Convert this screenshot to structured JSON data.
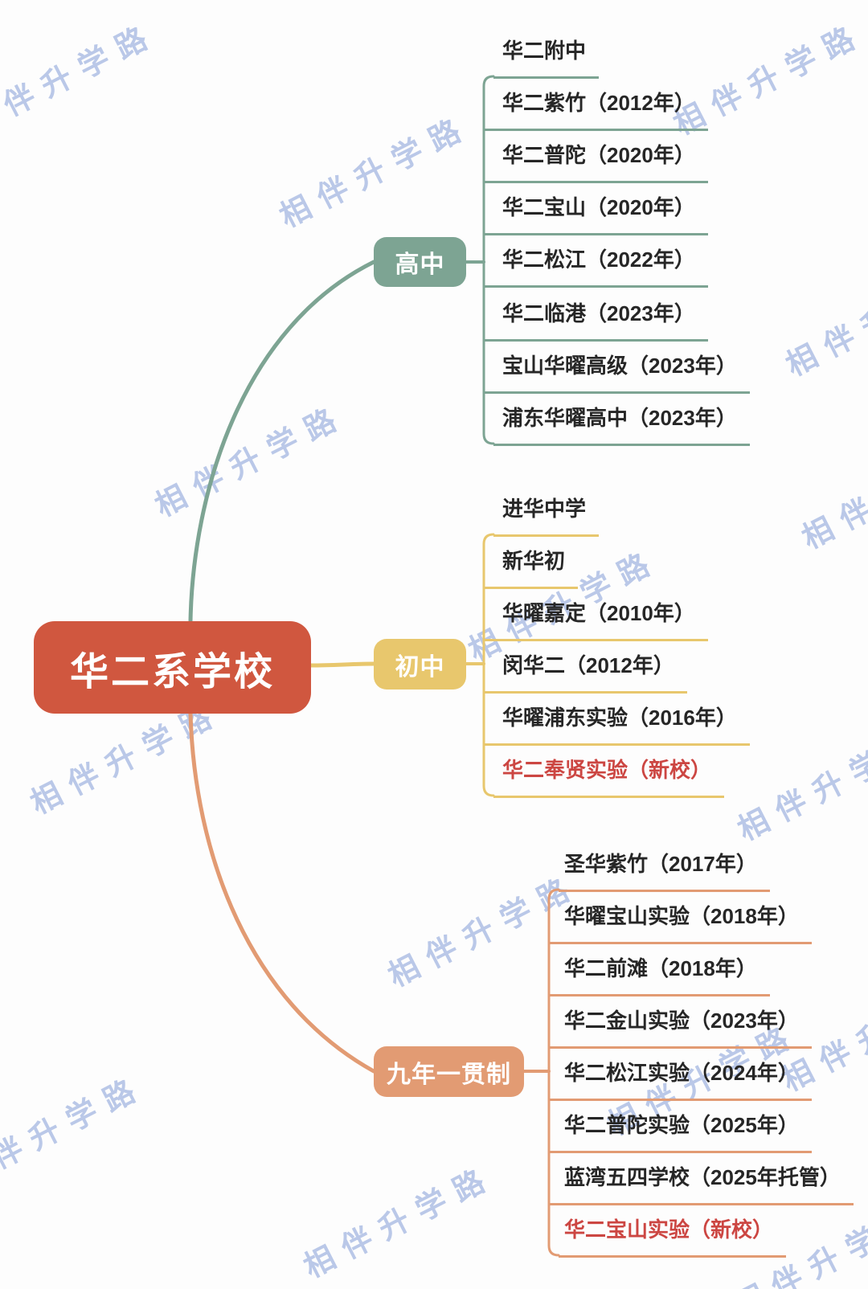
{
  "root": {
    "label": "华二系学校"
  },
  "watermark": {
    "text": "相伴升学路"
  },
  "colors": {
    "root_bg": "#d0573f",
    "high_school_branch": "#7da493",
    "middle_school_branch": "#e8c76d",
    "nine_year_branch": "#e29b73",
    "new_school_text": "#cc4642",
    "item_text": "#262626",
    "watermark": "#b3c3e6"
  },
  "branches": [
    {
      "label": "高中",
      "color": "#7da493",
      "children": [
        {
          "label": "华二附中"
        },
        {
          "label": "华二紫竹（2012年）"
        },
        {
          "label": "华二普陀（2020年）"
        },
        {
          "label": "华二宝山（2020年）"
        },
        {
          "label": "华二松江（2022年）"
        },
        {
          "label": "华二临港（2023年）"
        },
        {
          "label": "宝山华曜高级（2023年）"
        },
        {
          "label": "浦东华曜高中（2023年）"
        }
      ]
    },
    {
      "label": "初中",
      "color": "#e8c76d",
      "children": [
        {
          "label": "进华中学"
        },
        {
          "label": "新华初"
        },
        {
          "label": "华曜嘉定（2010年）"
        },
        {
          "label": "闵华二（2012年）"
        },
        {
          "label": "华曜浦东实验（2016年）"
        },
        {
          "label": "华二奉贤实验（新校）",
          "highlight": true
        }
      ]
    },
    {
      "label": "九年一贯制",
      "color": "#e29b73",
      "children": [
        {
          "label": "圣华紫竹（2017年）"
        },
        {
          "label": "华曜宝山实验（2018年）"
        },
        {
          "label": "华二前滩（2018年）"
        },
        {
          "label": "华二金山实验（2023年）"
        },
        {
          "label": "华二松江实验（2024年）"
        },
        {
          "label": "华二普陀实验（2025年）"
        },
        {
          "label": "蓝湾五四学校（2025年托管）"
        },
        {
          "label": "华二宝山实验（新校）",
          "highlight": true
        }
      ]
    }
  ]
}
